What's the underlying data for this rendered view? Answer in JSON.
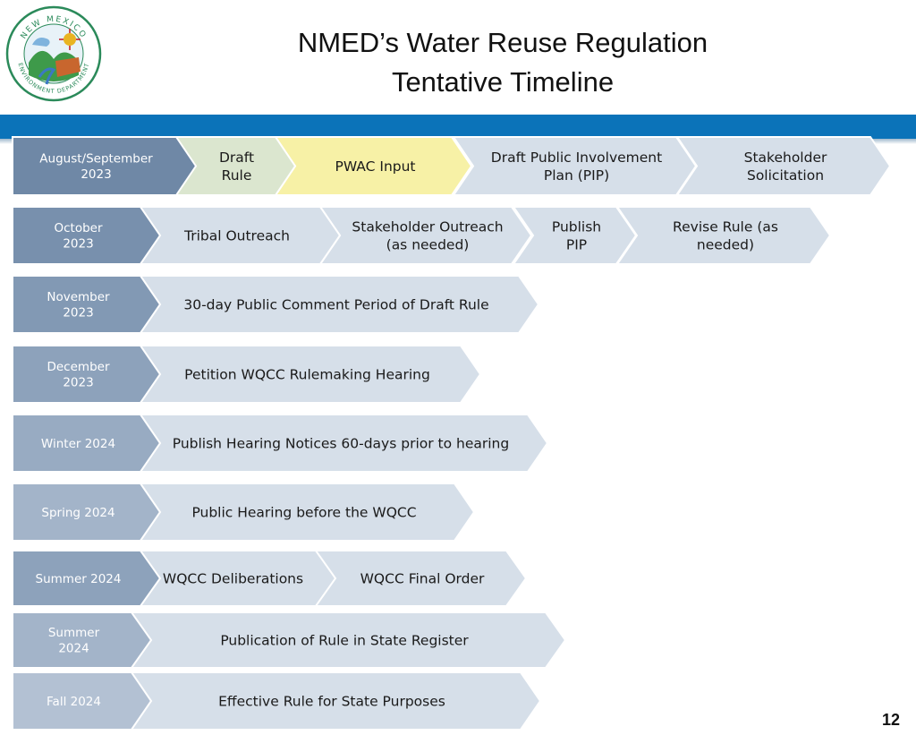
{
  "header": {
    "title_line1": "NMED’s Water Reuse Regulation",
    "title_line2": "Tentative Timeline",
    "page_number": "12"
  },
  "logo": {
    "top_text": "NEW MEXICO",
    "bottom_text": "ENVIRONMENT DEPARTMENT"
  },
  "colors": {
    "header_bar": "#0b73b9",
    "step_default": "#d6dfe9",
    "step_draft_rule": "#dbe6cf",
    "step_pwac": "#f7f1a6"
  },
  "rows": [
    {
      "period": "August/September 2023",
      "period_lines": [
        "August/September",
        "2023"
      ],
      "period_color": "#6f88a6",
      "steps": [
        {
          "lines": [
            "Draft",
            "Rule"
          ],
          "fill": "#dbe6cf"
        },
        {
          "lines": [
            "PWAC Input"
          ],
          "fill": "#f7f1a6"
        },
        {
          "lines": [
            "Draft Public Involvement",
            "Plan (PIP)"
          ],
          "fill": "#d6dfe9"
        },
        {
          "lines": [
            "Stakeholder",
            "Solicitation"
          ],
          "fill": "#d6dfe9"
        }
      ]
    },
    {
      "period": "October 2023",
      "period_lines": [
        "October",
        "2023"
      ],
      "period_color": "#7890ad",
      "steps": [
        {
          "lines": [
            "Tribal Outreach"
          ],
          "fill": "#d6dfe9"
        },
        {
          "lines": [
            "Stakeholder Outreach",
            "(as needed)"
          ],
          "fill": "#d6dfe9"
        },
        {
          "lines": [
            "Publish",
            "PIP"
          ],
          "fill": "#d6dfe9"
        },
        {
          "lines": [
            "Revise Rule (as",
            "needed)"
          ],
          "fill": "#d6dfe9"
        }
      ]
    },
    {
      "period": "November 2023",
      "period_lines": [
        "November",
        "2023"
      ],
      "period_color": "#8299b4",
      "steps": [
        {
          "lines": [
            "30-day Public Comment Period of Draft Rule"
          ],
          "fill": "#d6dfe9"
        }
      ]
    },
    {
      "period": "December 2023",
      "period_lines": [
        "December",
        "2023"
      ],
      "period_color": "#8da2bb",
      "steps": [
        {
          "lines": [
            "Petition WQCC Rulemaking  Hearing"
          ],
          "fill": "#d6dfe9"
        }
      ]
    },
    {
      "period": "Winter 2024",
      "period_lines": [
        "Winter 2024"
      ],
      "period_color": "#98abc2",
      "steps": [
        {
          "lines": [
            "Publish Hearing Notices 60-days prior to hearing"
          ],
          "fill": "#d6dfe9"
        }
      ]
    },
    {
      "period": "Spring 2024",
      "period_lines": [
        "Spring 2024"
      ],
      "period_color": "#a3b4c9",
      "steps": [
        {
          "lines": [
            "Public Hearing before the WQCC"
          ],
          "fill": "#d6dfe9"
        }
      ]
    },
    {
      "period": "Summer 2024",
      "period_lines": [
        "Summer 2024"
      ],
      "period_color": "#8da2bb",
      "steps": [
        {
          "lines": [
            "WQCC Deliberations"
          ],
          "fill": "#d6dfe9"
        },
        {
          "lines": [
            "WQCC Final Order"
          ],
          "fill": "#d6dfe9"
        }
      ]
    },
    {
      "period": "Summer 2024",
      "period_lines": [
        "Summer",
        "2024"
      ],
      "period_color": "#a3b4c9",
      "steps": [
        {
          "lines": [
            "Publication of Rule in State Register"
          ],
          "fill": "#d6dfe9"
        }
      ]
    },
    {
      "period": "Fall  2024",
      "period_lines": [
        "Fall  2024"
      ],
      "period_color": "#b3c1d3",
      "steps": [
        {
          "lines": [
            "Effective Rule for State Purposes"
          ],
          "fill": "#d6dfe9"
        }
      ]
    }
  ]
}
